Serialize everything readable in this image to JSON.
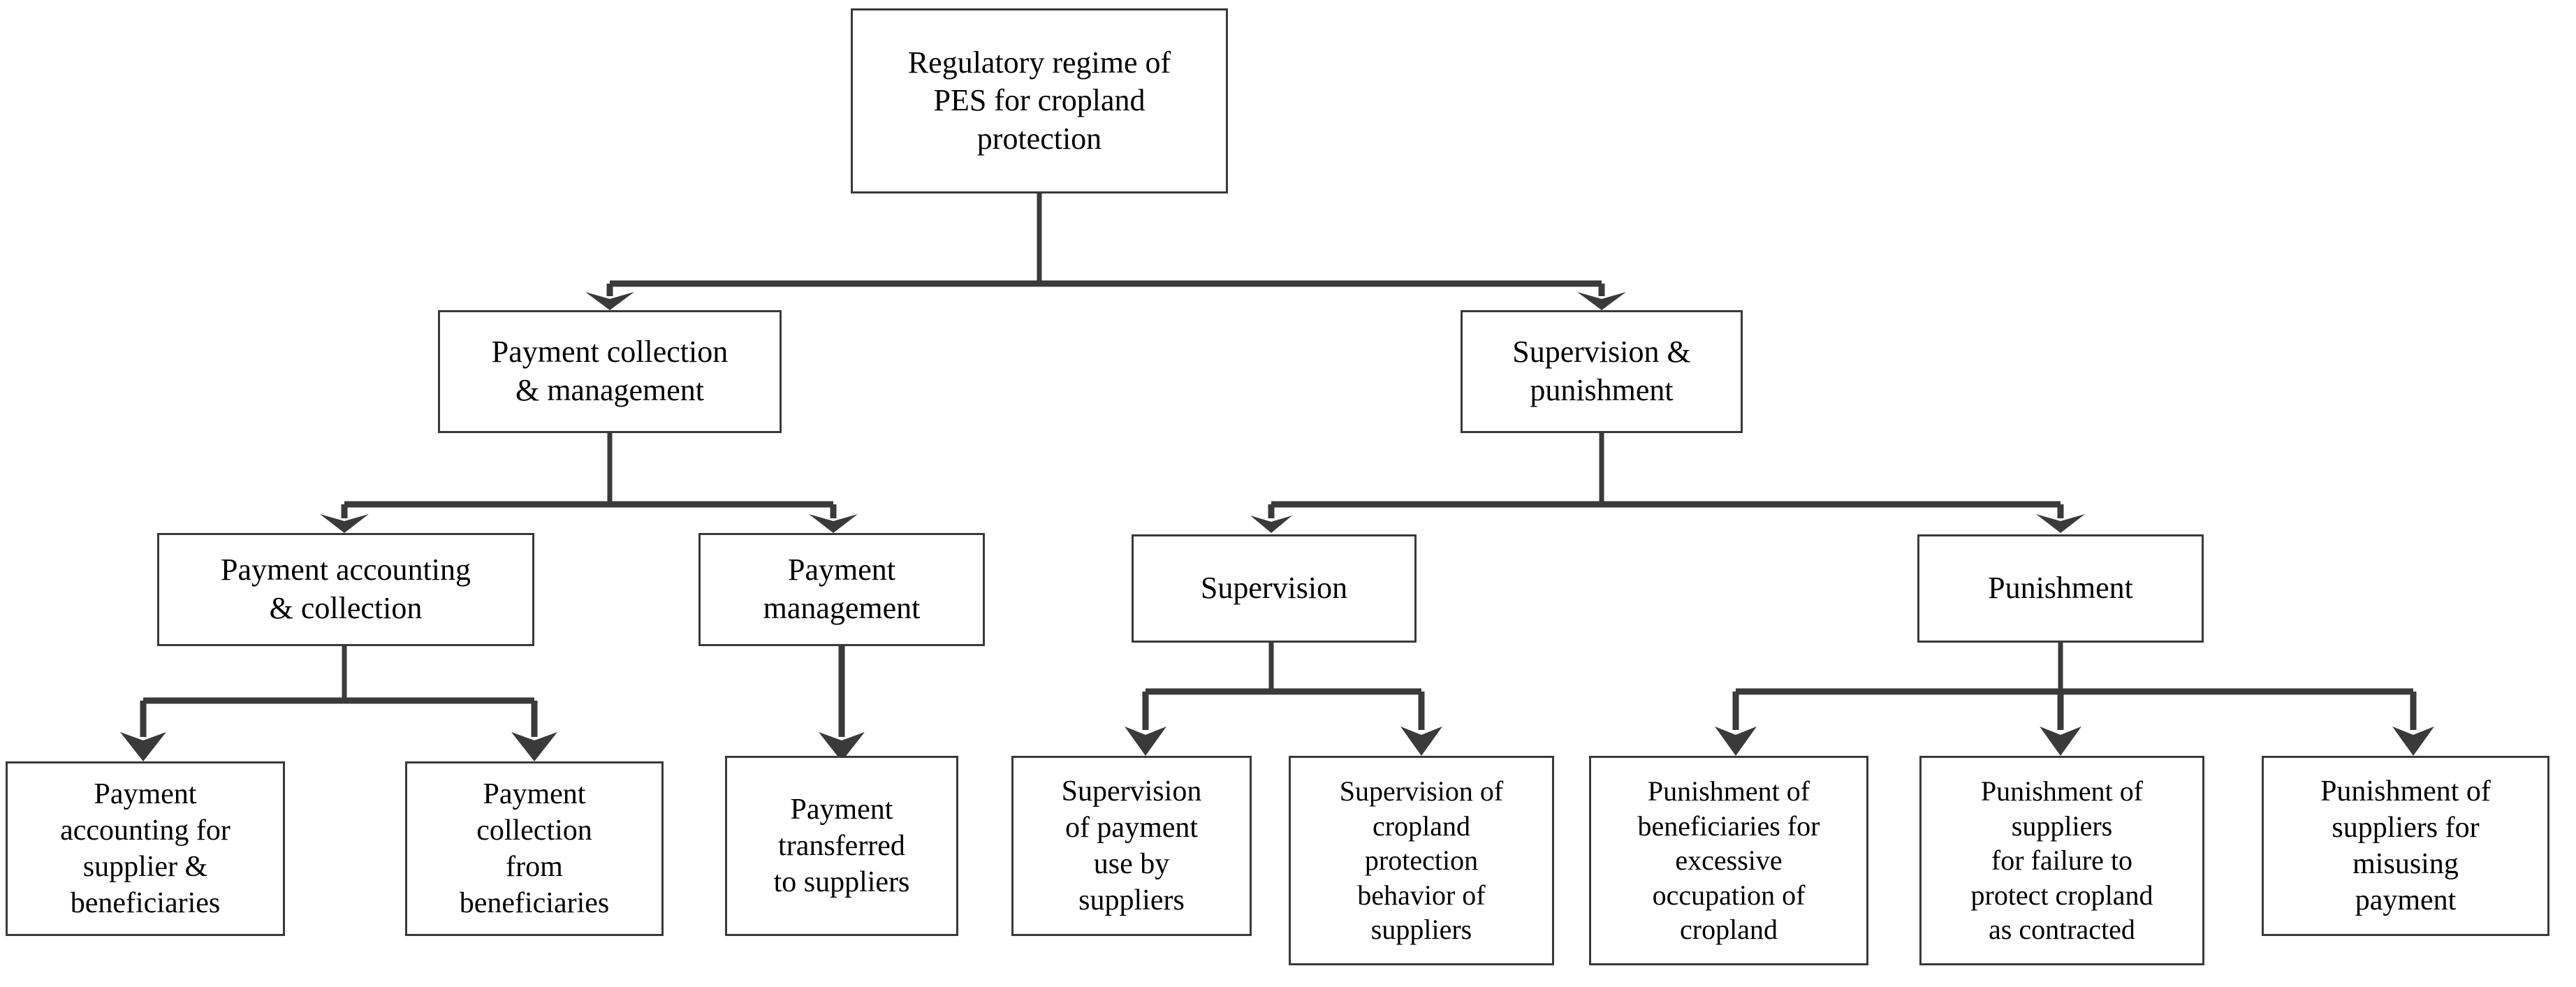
{
  "diagram": {
    "type": "hierarchy-flowchart",
    "title": "Regulatory regime of PES for cropland protection",
    "orientation": "top-down",
    "colors": {
      "box_border": "#3a3a3a",
      "box_fill": "#ffffff",
      "connector": "#3a3a3a",
      "text": "#000000",
      "background": "#ffffff"
    },
    "levels": 4,
    "node_count": 15
  },
  "nodes": {
    "root": {
      "id": "root",
      "label": "Regulatory regime of\nPES for cropland\nprotection",
      "level": 1
    },
    "level2": [
      {
        "id": "payment-collection-management",
        "label": "Payment collection\n& management",
        "level": 2,
        "parent": "root"
      },
      {
        "id": "supervision-punishment",
        "label": "Supervision &\npunishment",
        "level": 2,
        "parent": "root"
      }
    ],
    "level3": [
      {
        "id": "payment-accounting-collection",
        "label": "Payment accounting\n& collection",
        "level": 3,
        "parent": "payment-collection-management"
      },
      {
        "id": "payment-management",
        "label": "Payment\nmanagement",
        "level": 3,
        "parent": "payment-collection-management"
      },
      {
        "id": "supervision",
        "label": "Supervision",
        "level": 3,
        "parent": "supervision-punishment"
      },
      {
        "id": "punishment",
        "label": "Punishment",
        "level": 3,
        "parent": "supervision-punishment"
      }
    ],
    "leaves": [
      {
        "id": "payment-accounting-supplier-beneficiaries",
        "label": "Payment\naccounting for\nsupplier &\nbeneficiaries",
        "level": 4,
        "parent": "payment-accounting-collection"
      },
      {
        "id": "payment-collection-from-beneficiaries",
        "label": "Payment\ncollection\nfrom\nbeneficiaries",
        "level": 4,
        "parent": "payment-accounting-collection"
      },
      {
        "id": "payment-transferred-to-suppliers",
        "label": "Payment\ntransferred\nto suppliers",
        "level": 4,
        "parent": "payment-management"
      },
      {
        "id": "supervision-of-payment-use-by-suppliers",
        "label": "Supervision\nof payment\nuse by\nsuppliers",
        "level": 4,
        "parent": "supervision"
      },
      {
        "id": "supervision-of-cropland-protection-behavior",
        "label": "Supervision of\ncropland\nprotection\nbehavior of\nsuppliers",
        "level": 4,
        "parent": "supervision"
      },
      {
        "id": "punishment-beneficiaries-excessive-occupation",
        "label": "Punishment of\nbeneficiaries for\nexcessive\noccupation of\ncropland",
        "level": 4,
        "parent": "punishment"
      },
      {
        "id": "punishment-suppliers-failure-protect",
        "label": "Punishment of\nsuppliers\nfor  failure to\nprotect cropland\nas contracted",
        "level": 4,
        "parent": "punishment"
      },
      {
        "id": "punishment-suppliers-misusing-payment",
        "label": "Punishment of\nsuppliers for\nmisusing\npayment",
        "level": 4,
        "parent": "punishment"
      }
    ]
  }
}
